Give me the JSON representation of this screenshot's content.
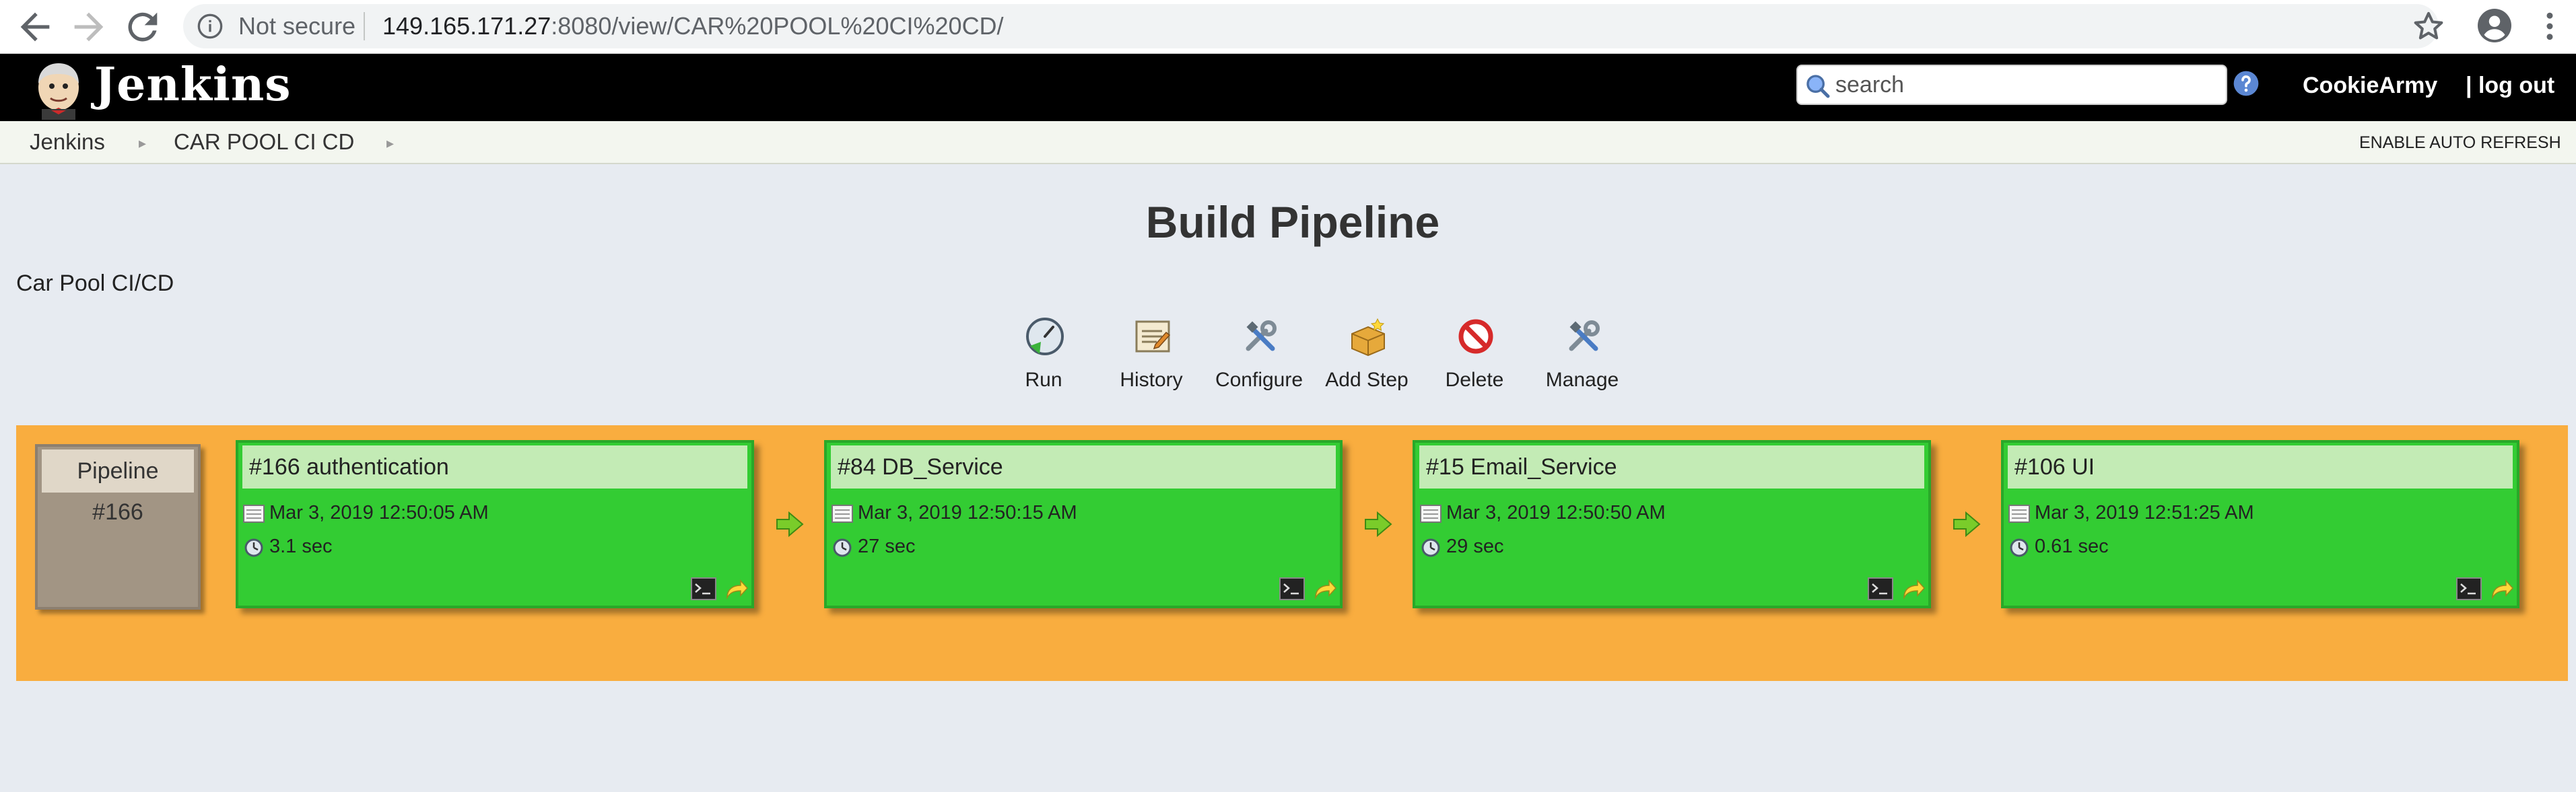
{
  "browser": {
    "security_label": "Not secure",
    "url_host": "149.165.171.27",
    "url_rest": ":8080/view/CAR%20POOL%20CI%20CD/",
    "icons": [
      "back-icon",
      "forward-icon",
      "reload-icon",
      "info-icon",
      "star-icon",
      "account-icon",
      "menu-icon"
    ]
  },
  "header": {
    "brand": "Jenkins",
    "search_placeholder": "search",
    "user": "CookieArmy",
    "logout": "| log out",
    "colors": {
      "background": "#000000",
      "text": "#ffffff"
    }
  },
  "breadcrumbs": {
    "items": [
      "Jenkins",
      "CAR POOL CI CD"
    ],
    "separator": "▸",
    "auto_refresh": "ENABLE AUTO REFRESH"
  },
  "main": {
    "title": "Build Pipeline",
    "description": "Car Pool CI/CD",
    "toolbar": [
      {
        "label": "Run",
        "icon": "run-icon"
      },
      {
        "label": "History",
        "icon": "history-icon"
      },
      {
        "label": "Configure",
        "icon": "configure-icon"
      },
      {
        "label": "Add Step",
        "icon": "add-step-icon"
      },
      {
        "label": "Delete",
        "icon": "delete-icon"
      },
      {
        "label": "Manage",
        "icon": "manage-icon"
      }
    ]
  },
  "pipeline": {
    "label": "Pipeline",
    "number": "#166",
    "colors": {
      "area": "#f9ad3f",
      "success": "#33cc33",
      "title_bg": "#c3ebb5",
      "head": "#a29584"
    },
    "builds": [
      {
        "title": "#166 authentication",
        "date": "Mar 3, 2019 12:50:05 AM",
        "duration": "3.1 sec",
        "status": "success"
      },
      {
        "title": "#84 DB_Service",
        "date": "Mar 3, 2019 12:50:15 AM",
        "duration": "27 sec",
        "status": "success"
      },
      {
        "title": "#15 Email_Service",
        "date": "Mar 3, 2019 12:50:50 AM",
        "duration": "29 sec",
        "status": "success"
      },
      {
        "title": "#106 UI",
        "date": "Mar 3, 2019 12:51:25 AM",
        "duration": "0.61 sec",
        "status": "success"
      }
    ]
  }
}
